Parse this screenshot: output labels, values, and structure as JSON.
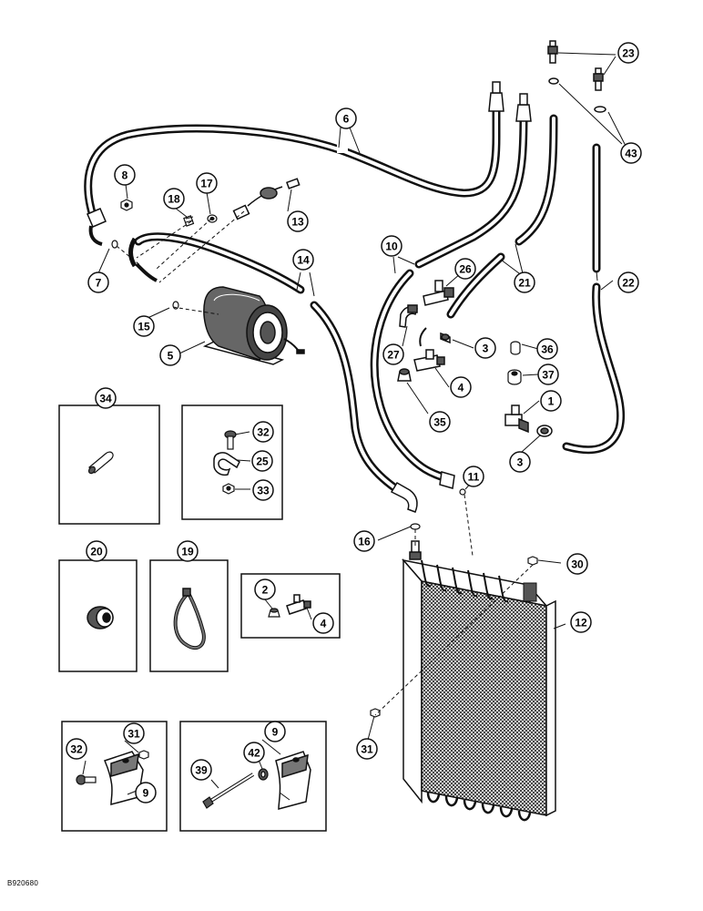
{
  "figure_code": "B920680",
  "callout_labels": [
    "1",
    "2",
    "3",
    "3",
    "4",
    "4",
    "5",
    "6",
    "7",
    "8",
    "9",
    "9",
    "10",
    "11",
    "12",
    "13",
    "14",
    "15",
    "16",
    "17",
    "18",
    "19",
    "20",
    "21",
    "22",
    "23",
    "25",
    "26",
    "27",
    "30",
    "31",
    "31",
    "32",
    "32",
    "33",
    "34",
    "35",
    "36",
    "37",
    "39",
    "42",
    "43"
  ],
  "colors": {
    "ink": "#111111",
    "paper": "#ffffff",
    "shade": "#777777"
  }
}
